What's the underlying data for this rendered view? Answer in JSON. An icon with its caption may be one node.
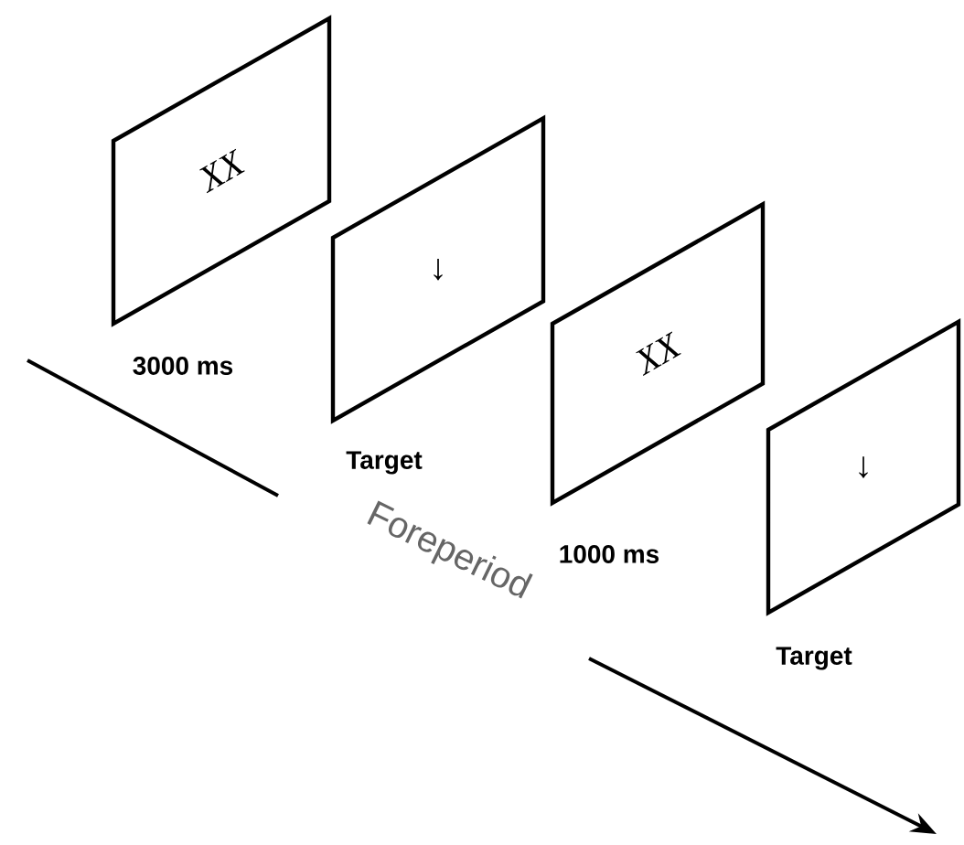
{
  "diagram": {
    "nodes": [
      {
        "text": [
          "XX"
        ],
        "beside": [
          "3000 ms"
        ]
      },
      {
        "text": [
          "↓"
        ],
        "beside": [
          "Target"
        ]
      },
      {
        "text": [
          "XX"
        ],
        "beside": [
          "1000 ms"
        ]
      },
      {
        "text": [
          "↓"
        ],
        "beside": [
          "Target"
        ]
      }
    ],
    "labels": [
      "Foreperiod"
    ]
  }
}
